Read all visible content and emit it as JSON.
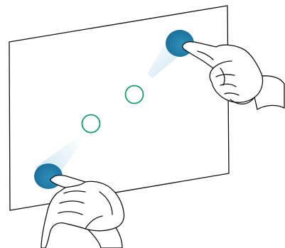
{
  "illustration": {
    "gesture": "two-finger-pinch-zoom",
    "colors": {
      "touch_point": "#1f7fa8",
      "touch_glow": "#cfe6f2",
      "target_circle": "#1a9a6a",
      "outline": "#111111",
      "hand_fill": "#ffffff",
      "panel_fill": "#ffffff"
    },
    "icons": [
      "touch-panel",
      "right-hand-pointing",
      "left-hand-pointing",
      "finger-contact-point",
      "target-circle"
    ]
  }
}
